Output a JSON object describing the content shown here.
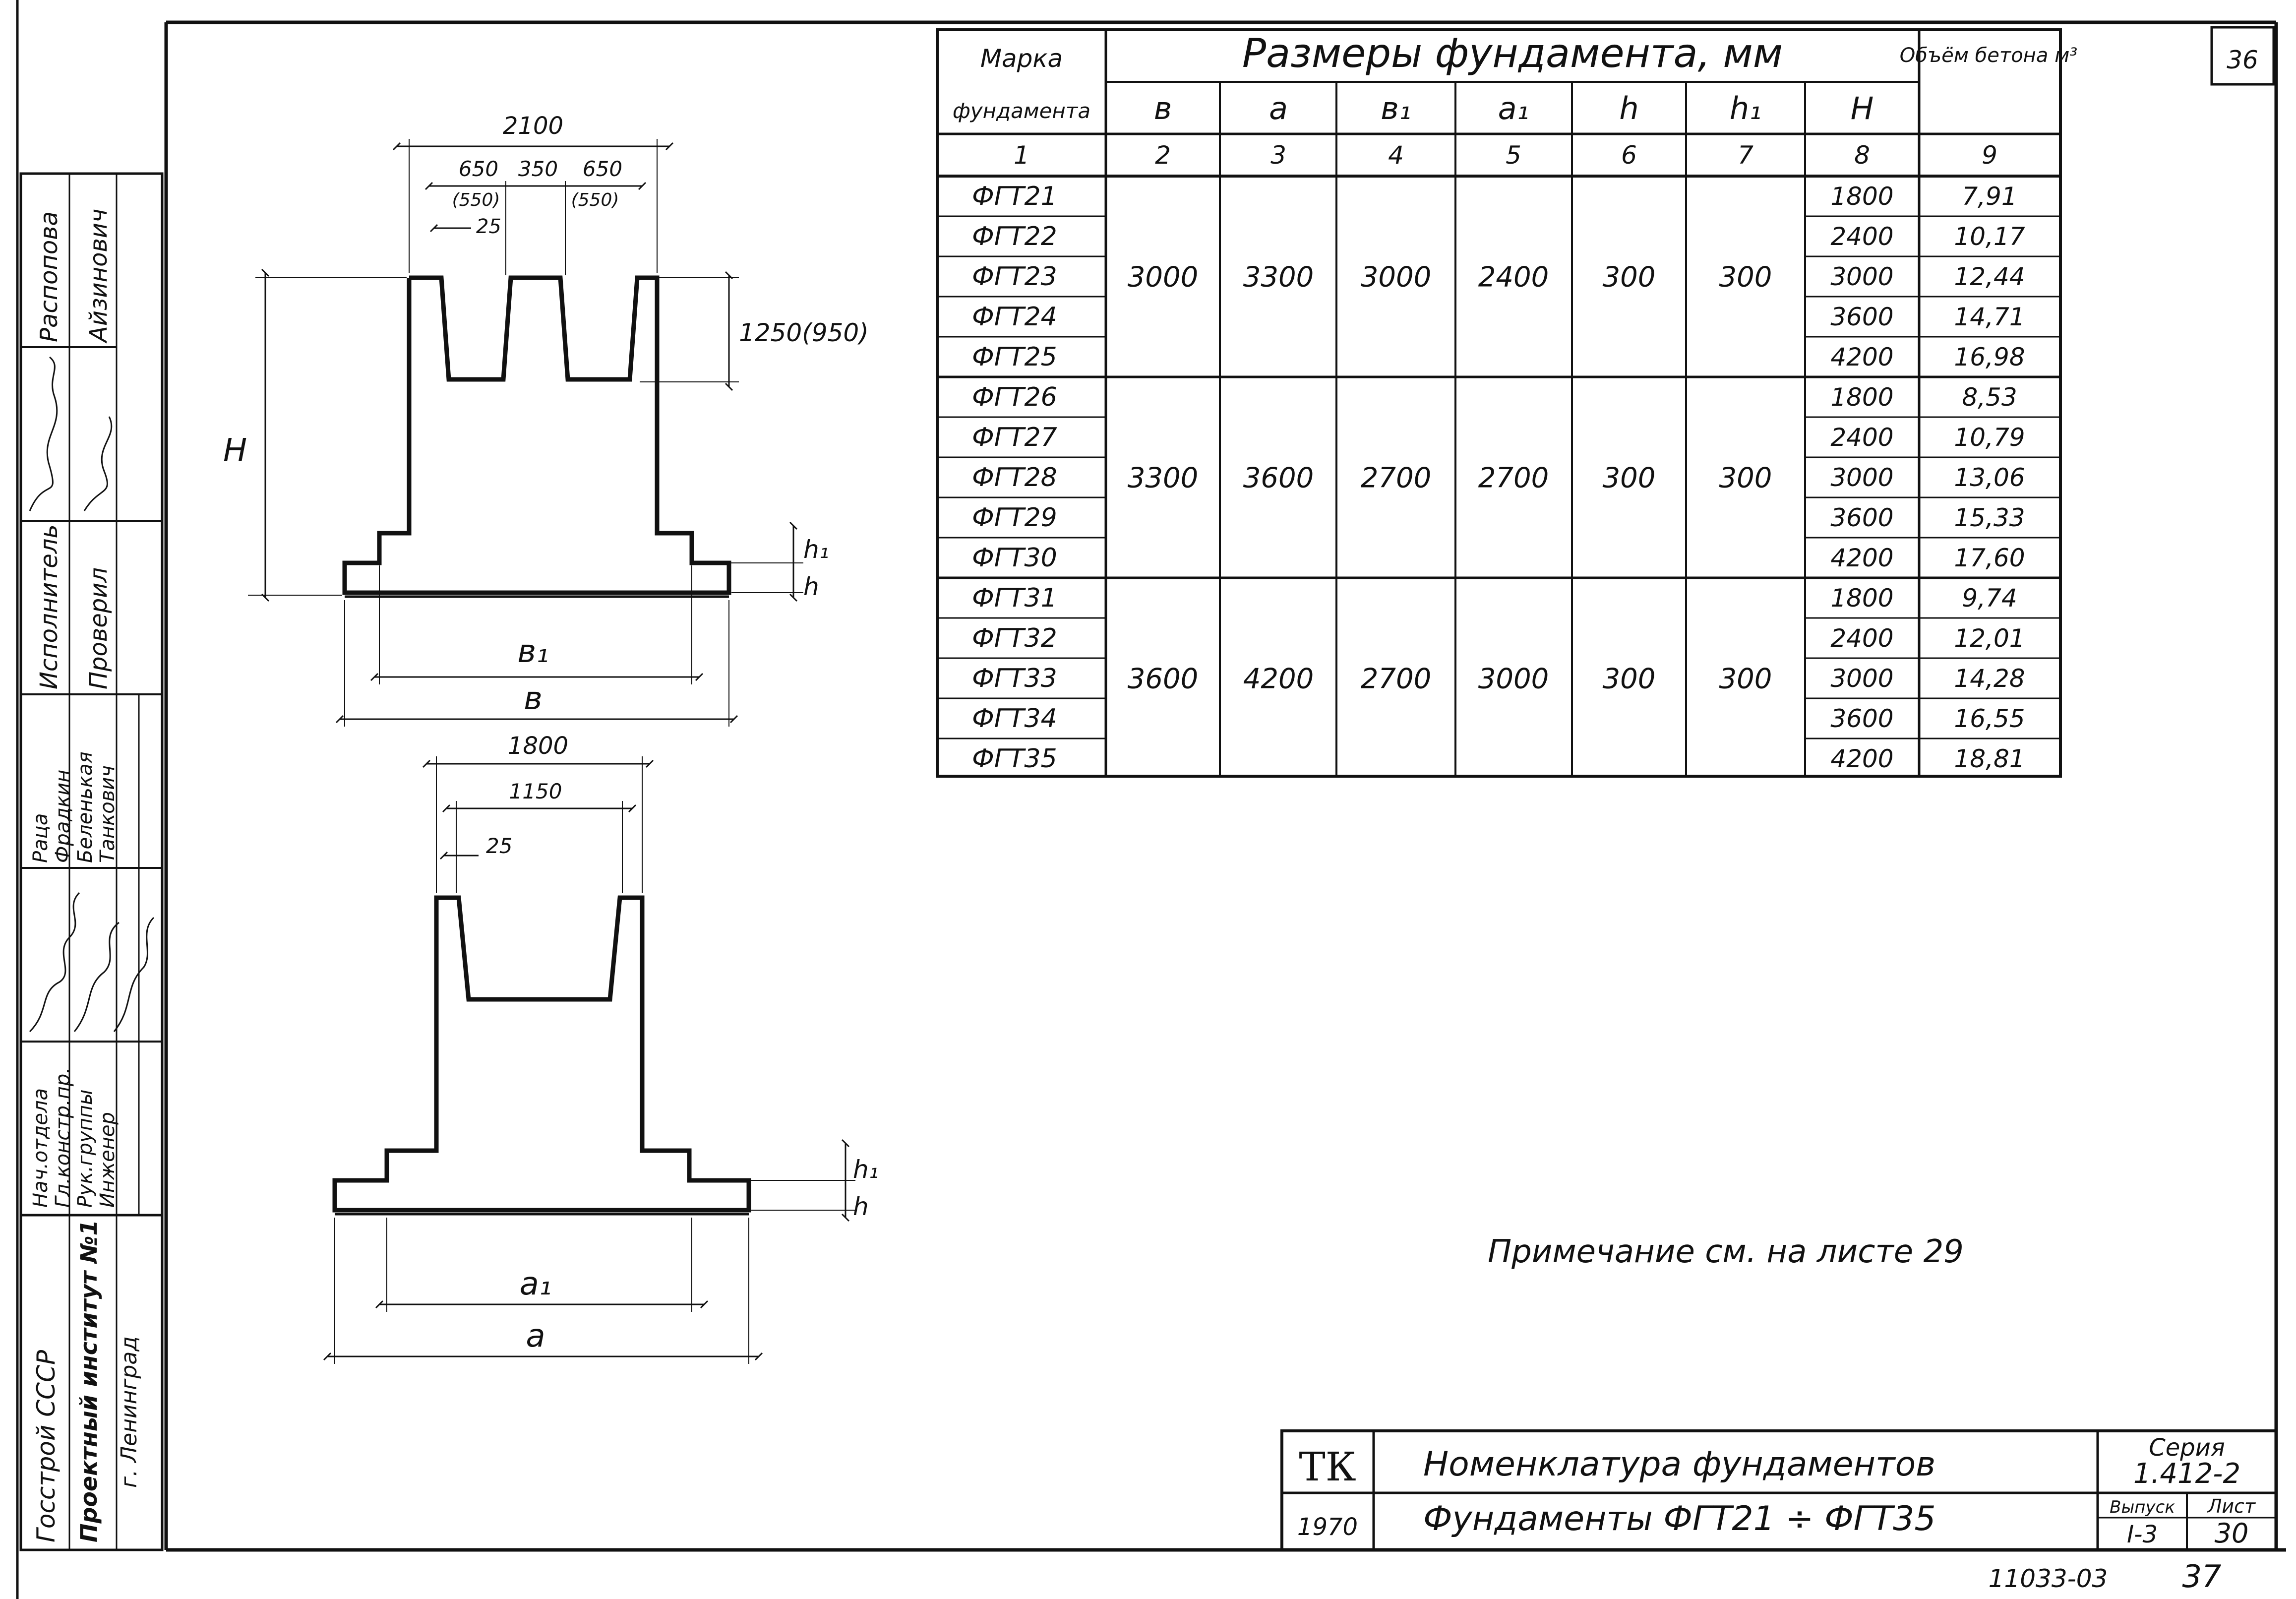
{
  "sheet_corner_number": "36",
  "side_stamp": {
    "org_lines": [
      "Госстрой СССР",
      "Проектный институт №1",
      "г. Ленинград"
    ],
    "roles": [
      "Нач.отдела",
      "Гл.констр.пр.",
      "Рук.группы",
      "Инженер"
    ],
    "names": [
      "Раца",
      "Фрадкин",
      "Беленькая",
      "Танкович"
    ],
    "executor_label": "Исполнитель",
    "executor_name": "Распопова",
    "checker_label": "Проверил",
    "checker_name": "Айзинович"
  },
  "drawing1": {
    "top_width": "2100",
    "seg1": "650",
    "seg2": "350",
    "seg3": "650",
    "seg1_alt": "(550)",
    "seg3_alt": "(550)",
    "wall": "25",
    "socket_depth": "1250(950)",
    "height_label": "H",
    "h1_label": "h₁",
    "h_label": "h",
    "b1_label": "в₁",
    "b_label": "в"
  },
  "drawing2": {
    "top_width": "1800",
    "inner_width": "1150",
    "wall": "25",
    "h1_label": "h₁",
    "h_label": "h",
    "a1_label": "а₁",
    "a_label": "а"
  },
  "table": {
    "header_mark": "Марка",
    "header_mark2": "фундамента",
    "header_dims": "Размеры фундамента, мм",
    "header_volume": "Объём бетона м³",
    "dim_cols": [
      "в",
      "а",
      "в₁",
      "а₁",
      "h",
      "h₁",
      "H"
    ],
    "col_numbers": [
      "1",
      "2",
      "3",
      "4",
      "5",
      "6",
      "7",
      "8",
      "9"
    ],
    "groups": [
      {
        "b": "3000",
        "a": "3300",
        "b1": "3000",
        "a1": "2400",
        "h": "300",
        "h1": "300",
        "rows": [
          {
            "mark": "ФГТ21",
            "H": "1800",
            "vol": "7,91"
          },
          {
            "mark": "ФГТ22",
            "H": "2400",
            "vol": "10,17"
          },
          {
            "mark": "ФГТ23",
            "H": "3000",
            "vol": "12,44"
          },
          {
            "mark": "ФГТ24",
            "H": "3600",
            "vol": "14,71"
          },
          {
            "mark": "ФГТ25",
            "H": "4200",
            "vol": "16,98"
          }
        ]
      },
      {
        "b": "3300",
        "a": "3600",
        "b1": "2700",
        "a1": "2700",
        "h": "300",
        "h1": "300",
        "rows": [
          {
            "mark": "ФГТ26",
            "H": "1800",
            "vol": "8,53"
          },
          {
            "mark": "ФГТ27",
            "H": "2400",
            "vol": "10,79"
          },
          {
            "mark": "ФГТ28",
            "H": "3000",
            "vol": "13,06"
          },
          {
            "mark": "ФГТ29",
            "H": "3600",
            "vol": "15,33"
          },
          {
            "mark": "ФГТ30",
            "H": "4200",
            "vol": "17,60"
          }
        ]
      },
      {
        "b": "3600",
        "a": "4200",
        "b1": "2700",
        "a1": "3000",
        "h": "300",
        "h1": "300",
        "rows": [
          {
            "mark": "ФГТ31",
            "H": "1800",
            "vol": "9,74"
          },
          {
            "mark": "ФГТ32",
            "H": "2400",
            "vol": "12,01"
          },
          {
            "mark": "ФГТ33",
            "H": "3000",
            "vol": "14,28"
          },
          {
            "mark": "ФГТ34",
            "H": "3600",
            "vol": "16,55"
          },
          {
            "mark": "ФГТ35",
            "H": "4200",
            "vol": "18,81"
          }
        ]
      }
    ]
  },
  "note": "Примечание см. на листе 29",
  "title_block": {
    "org": "ТК",
    "year": "1970",
    "title1": "Номенклатура фундаментов",
    "title2": "Фундаменты ФГТ21 ÷ ФГТ35",
    "series_label": "Серия",
    "series_value": "1.412-2",
    "issue_label": "Выпуск",
    "issue_value": "I-3",
    "sheet_label": "Лист",
    "sheet_value": "30"
  },
  "footer_code": "11033-03",
  "footer_page": "37"
}
